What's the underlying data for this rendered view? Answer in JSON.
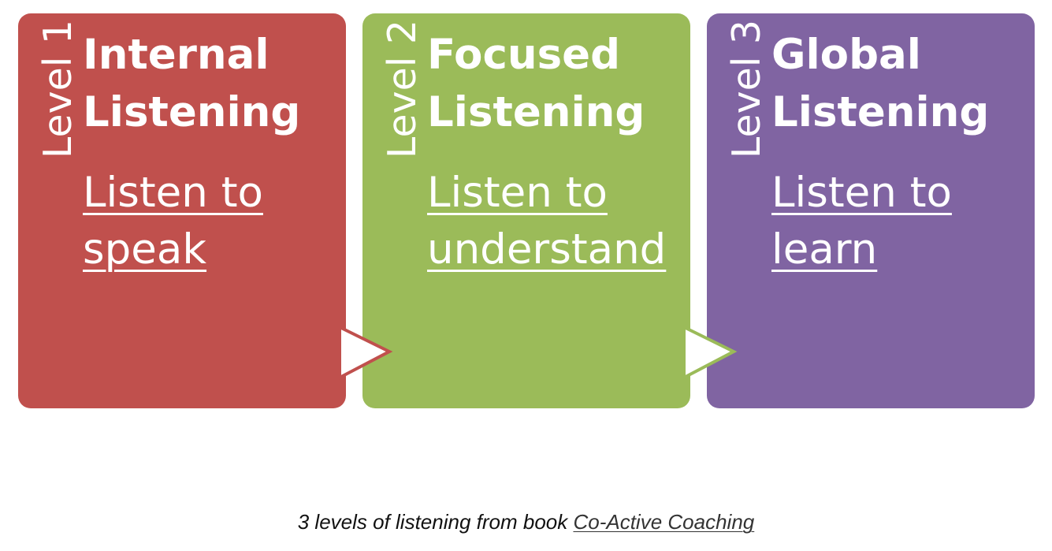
{
  "colors": {
    "level1": "#C0504D",
    "level2": "#9BBB59",
    "level3": "#8064A2",
    "text": "#FFFFFF"
  },
  "levels": [
    {
      "level_label": "Level 1",
      "title_line1": "Internal",
      "title_line2": "Listening",
      "link_line1": "Listen to",
      "link_line2": "speak"
    },
    {
      "level_label": "Level 2",
      "title_line1": "Focused",
      "title_line2": "Listening",
      "link_line1": "Listen to",
      "link_line2": "understand"
    },
    {
      "level_label": "Level 3",
      "title_line1": "Global",
      "title_line2": "Listening",
      "link_line1": "Listen to",
      "link_line2": "learn"
    }
  ],
  "arrows": [
    {
      "icon": "triangle-right-icon",
      "outline_color": "#C0504D"
    },
    {
      "icon": "triangle-right-icon",
      "outline_color": "#9BBB59"
    }
  ],
  "caption": {
    "text": "3 levels of listening from book ",
    "link": "Co-Active Coaching"
  }
}
